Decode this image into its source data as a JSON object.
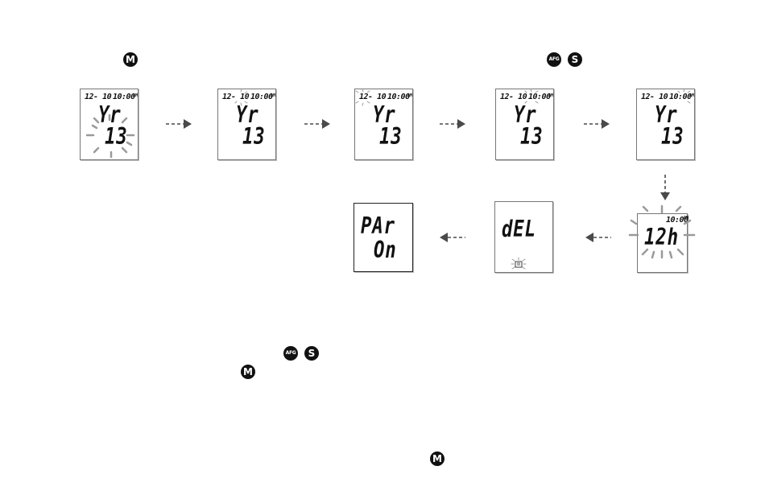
{
  "buttons": {
    "m_label": "M",
    "afg_label": "AFG",
    "s_label": "S"
  },
  "screens": [
    {
      "date": "12- 10",
      "time": "10:00",
      "ampm": "AM",
      "label": "Yr",
      "value": "13"
    },
    {
      "date": "12- 10",
      "time": "10:00",
      "ampm": "AM",
      "label": "Yr",
      "value": "13"
    },
    {
      "date": "12- 10",
      "time": "10:00",
      "ampm": "AM",
      "label": "Yr",
      "value": "13"
    },
    {
      "date": "12- 10",
      "time": "10:00",
      "ampm": "AM",
      "label": "Yr",
      "value": "13"
    },
    {
      "date": "12- 10",
      "time": "10:00",
      "ampm": "AM",
      "label": "Yr",
      "value": "13"
    },
    {
      "time": "10:00",
      "ampm": "AM",
      "value": "12h"
    },
    {
      "value": "dEL",
      "icon": "memory-icon"
    },
    {
      "line1": "PAr",
      "line2": "On"
    }
  ],
  "colors": {
    "flash": "#9a9a9a",
    "ink": "#111111",
    "arrow": "#4a4a4a"
  }
}
